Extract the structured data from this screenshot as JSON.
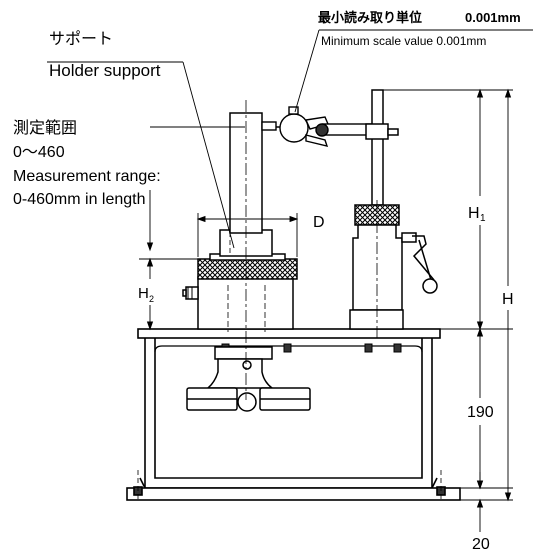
{
  "labels": {
    "holder_support_jp": "サポート",
    "holder_support_en": "Holder support",
    "measurement_range_jp": "測定範囲",
    "measurement_range_value": "0〜460",
    "measurement_range_en_1": "Measurement range:",
    "measurement_range_en_2": "0-460mm in length",
    "min_scale_jp": "最小読み取り単位",
    "min_scale_jp_value": "0.001mm",
    "min_scale_en": "Minimum scale value 0.001mm"
  },
  "dimensions": {
    "d": "D",
    "h1_main": "H",
    "h1_sub": "1",
    "h": "H",
    "h2_main": "H",
    "h2_sub": "2",
    "d190": "190",
    "d20": "20"
  },
  "colors": {
    "line": "#000000",
    "gray_fill": "#d9d9d9",
    "dark_fill": "#333333",
    "background": "#ffffff"
  }
}
